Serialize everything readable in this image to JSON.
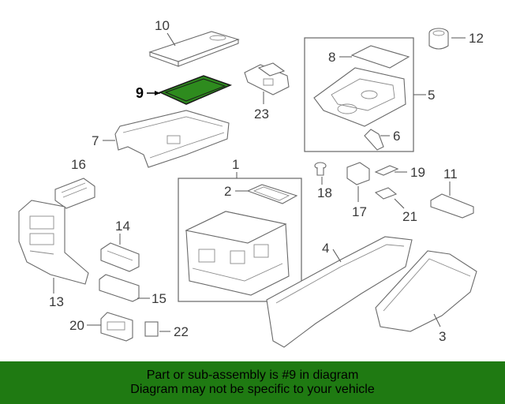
{
  "callouts": {
    "c1": "1",
    "c2": "2",
    "c3": "3",
    "c4": "4",
    "c5": "5",
    "c6": "6",
    "c7": "7",
    "c8": "8",
    "c9": "9",
    "c10": "10",
    "c11": "11",
    "c12": "12",
    "c13": "13",
    "c14": "14",
    "c15": "15",
    "c16": "16",
    "c17": "17",
    "c18": "18",
    "c19": "19",
    "c20": "20",
    "c21": "21",
    "c22": "22",
    "c23": "23"
  },
  "highlight_color": "#2e8b1e",
  "banner": {
    "line1": "Part or sub-assembly is #9 in diagram",
    "line2": "Diagram may not be specific to your vehicle",
    "color": "#1f7a12"
  }
}
